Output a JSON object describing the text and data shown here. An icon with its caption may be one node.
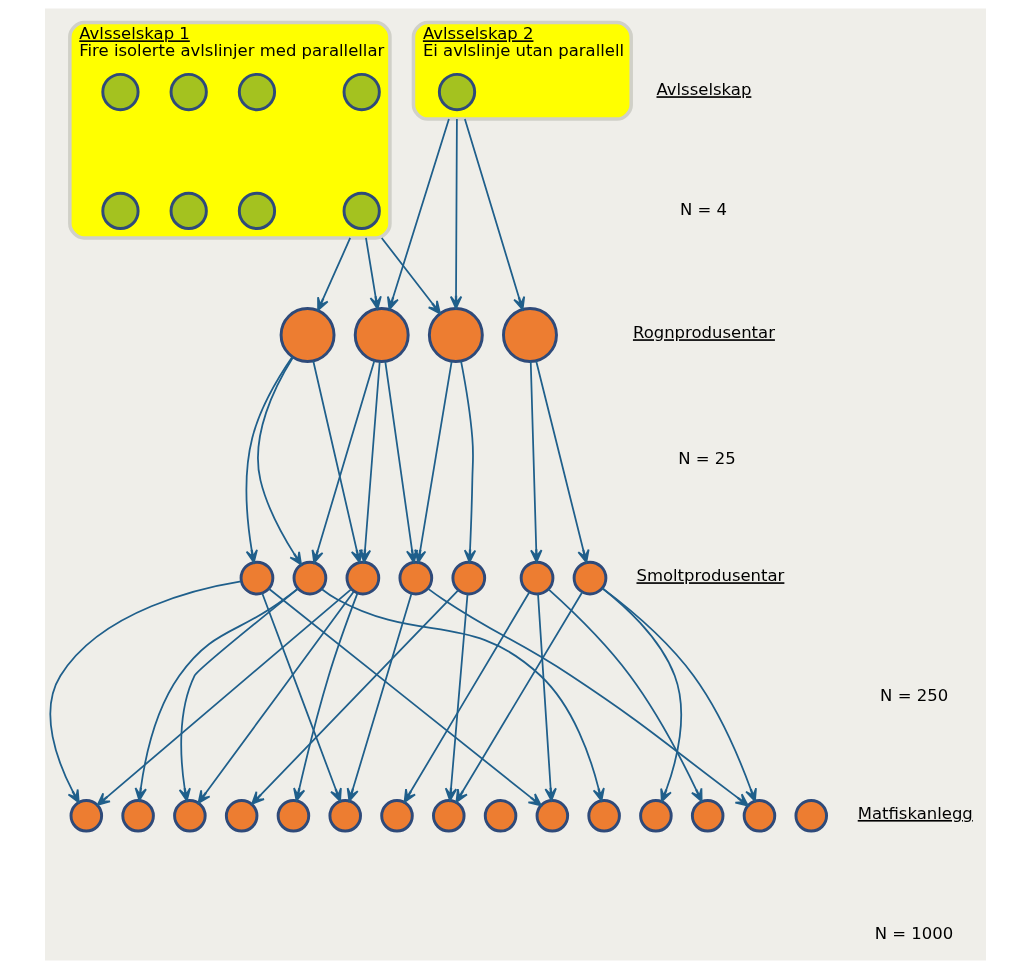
{
  "diagram": {
    "nodes": [
      {
        "text": [
          "Avlsselskap 1",
          "Fire isolerte avlslinjer med parallellar"
        ]
      },
      {
        "text": [],
        "shape": "circle",
        "in": 0
      },
      {
        "text": [],
        "shape": "circle",
        "in": 0
      },
      {
        "text": [],
        "shape": "circle",
        "in": 0
      },
      {
        "text": [],
        "shape": "circle",
        "in": 0
      },
      {
        "text": [],
        "shape": "circle",
        "in": 0
      },
      {
        "text": [],
        "shape": "circle",
        "in": 0
      },
      {
        "text": [],
        "shape": "circle",
        "in": 0
      },
      {
        "text": [],
        "shape": "circle",
        "in": 0
      },
      {
        "text": [
          "Avlsselskap 2",
          "Ei avlslinje utan parallell"
        ]
      },
      {
        "text": [],
        "shape": "circle",
        "in": 9
      },
      {
        "text": [],
        "shape": "circle"
      },
      {
        "text": [],
        "shape": "circle"
      },
      {
        "text": [],
        "shape": "circle"
      },
      {
        "text": [],
        "shape": "circle"
      },
      {
        "text": [],
        "shape": "circle"
      },
      {
        "text": [],
        "shape": "circle"
      },
      {
        "text": [],
        "shape": "circle"
      },
      {
        "text": [],
        "shape": "circle"
      },
      {
        "text": [],
        "shape": "circle"
      },
      {
        "text": [],
        "shape": "circle"
      },
      {
        "text": [],
        "shape": "circle"
      },
      {
        "text": [],
        "shape": "circle"
      },
      {
        "text": [],
        "shape": "circle"
      },
      {
        "text": [],
        "shape": "circle"
      },
      {
        "text": [],
        "shape": "circle"
      },
      {
        "text": [],
        "shape": "circle"
      },
      {
        "text": [],
        "shape": "circle"
      },
      {
        "text": [],
        "shape": "circle"
      },
      {
        "text": [],
        "shape": "circle"
      },
      {
        "text": [],
        "shape": "circle"
      },
      {
        "text": [],
        "shape": "circle"
      },
      {
        "text": [],
        "shape": "circle"
      },
      {
        "text": [],
        "shape": "circle"
      },
      {
        "text": [],
        "shape": "circle"
      },
      {
        "text": [],
        "shape": "circle"
      },
      {
        "text": [],
        "shape": "circle"
      }
    ],
    "edges": [
      {
        "from": 0,
        "to": 11,
        "arrow": "to"
      },
      {
        "from": 0,
        "to": 12,
        "arrow": "to"
      },
      {
        "from": 0,
        "to": 13,
        "arrow": "to"
      },
      {
        "from": 9,
        "to": 12,
        "arrow": "to"
      },
      {
        "from": 9,
        "to": 13,
        "arrow": "to"
      },
      {
        "from": 9,
        "to": 14,
        "arrow": "to"
      },
      {
        "from": 11,
        "to": 15,
        "arrow": "to"
      },
      {
        "from": 11,
        "to": 16,
        "arrow": "to"
      },
      {
        "from": 11,
        "to": 17,
        "arrow": "to"
      },
      {
        "from": 12,
        "to": 16,
        "arrow": "to"
      },
      {
        "from": 12,
        "to": 17,
        "arrow": "to"
      },
      {
        "from": 12,
        "to": 18,
        "arrow": "to"
      },
      {
        "from": 13,
        "to": 18,
        "arrow": "to"
      },
      {
        "from": 13,
        "to": 19,
        "arrow": "to"
      },
      {
        "from": 14,
        "to": 20,
        "arrow": "to"
      },
      {
        "from": 14,
        "to": 21,
        "arrow": "to"
      },
      {
        "from": 15,
        "to": 22,
        "arrow": "to"
      },
      {
        "from": 15,
        "to": 27,
        "arrow": "to"
      },
      {
        "from": 15,
        "to": 31,
        "arrow": "to"
      },
      {
        "from": 16,
        "to": 23,
        "arrow": "to"
      },
      {
        "from": 16,
        "to": 24,
        "arrow": "to"
      },
      {
        "from": 16,
        "to": 32,
        "arrow": "to"
      },
      {
        "from": 17,
        "to": 22,
        "arrow": "to"
      },
      {
        "from": 17,
        "to": 24,
        "arrow": "to"
      },
      {
        "from": 17,
        "to": 26,
        "arrow": "to"
      },
      {
        "from": 18,
        "to": 27,
        "arrow": "to"
      },
      {
        "from": 18,
        "to": 35,
        "arrow": "to"
      },
      {
        "from": 19,
        "to": 25,
        "arrow": "to"
      },
      {
        "from": 19,
        "to": 29,
        "arrow": "to"
      },
      {
        "from": 20,
        "to": 28,
        "arrow": "to"
      },
      {
        "from": 20,
        "to": 31,
        "arrow": "to"
      },
      {
        "from": 20,
        "to": 34,
        "arrow": "to"
      },
      {
        "from": 21,
        "to": 29,
        "arrow": "to"
      },
      {
        "from": 21,
        "to": 33,
        "arrow": "to"
      },
      {
        "from": 21,
        "to": 35,
        "arrow": "to"
      }
    ],
    "labels": [
      "Avlsselskap",
      "N = 4",
      "Rognprodusentar",
      "N = 25",
      "Smoltprodusentar",
      "N = 250",
      "Matfiskanlegg",
      "N = 1000"
    ]
  }
}
